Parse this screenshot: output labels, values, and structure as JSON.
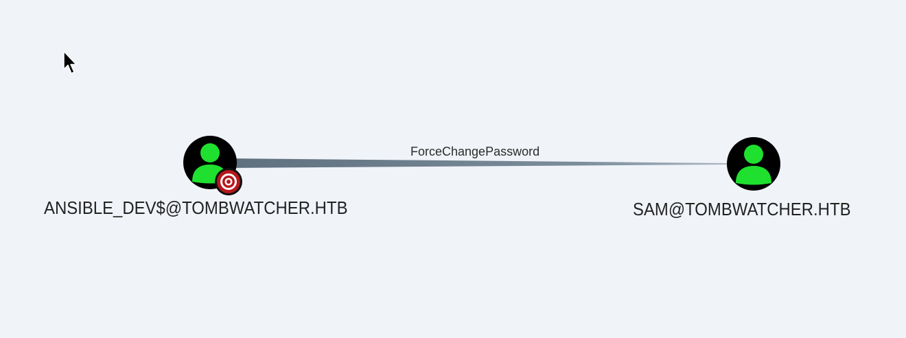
{
  "graph": {
    "edge": {
      "label": "ForceChangePassword",
      "color": "#6e7f8d"
    },
    "source_node": {
      "name": "ANSIBLE_DEV$@TOMBWATCHER.HTB",
      "icon": "user-icon",
      "badge_icon": "target-icon",
      "icon_color": "#1fe02f",
      "badge_color": "#b5181c"
    },
    "target_node": {
      "name": "SAM@TOMBWATCHER.HTB",
      "icon": "user-icon",
      "icon_color": "#1fe02f"
    }
  }
}
